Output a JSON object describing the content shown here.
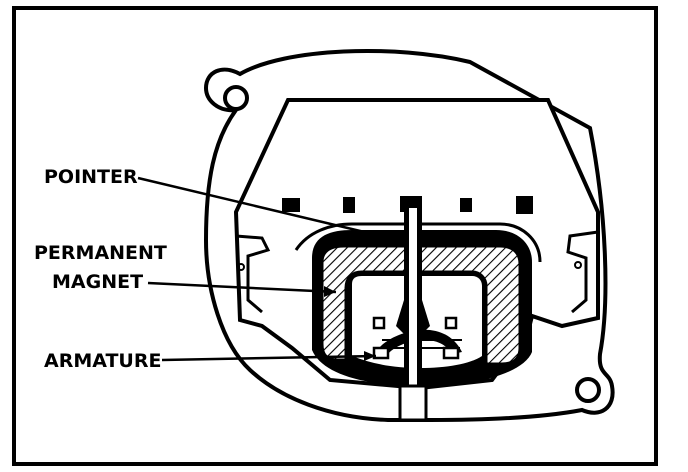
{
  "labels": {
    "pointer": "POINTER",
    "magnet_line1": "PERMANENT",
    "magnet_line2": "MAGNET",
    "armature": "ARMATURE"
  },
  "colors": {
    "ink": "#000000",
    "paper": "#ffffff"
  }
}
